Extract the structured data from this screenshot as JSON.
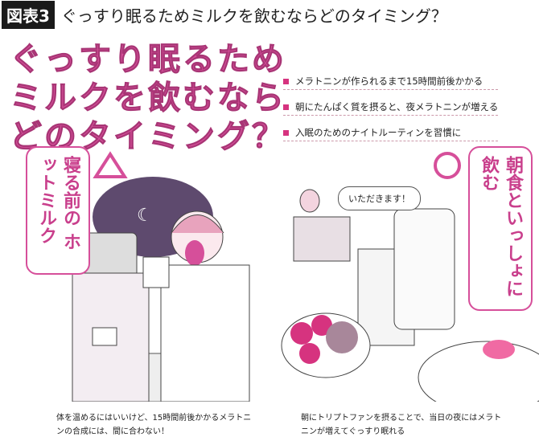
{
  "header": {
    "badge": "図表3",
    "title": "ぐっすり眠るためミルクを飲むならどのタイミング？"
  },
  "headline": [
    "ぐっすり眠るため",
    "ミルクを飲むなら",
    "どのタイミング？"
  ],
  "bullets": [
    "メラトニンが作られるまで15時間前後かかる",
    "朝にたんぱく質を摂ると、夜メラトニンが増える",
    "入眠のためのナイトルーティンを習慣に"
  ],
  "left": {
    "mark": "△",
    "bubble": "寝る前の ホットミルク",
    "caption": "体を温めるにはいいけど、15時間前後かかるメラトニンの合成には、間に合わない！"
  },
  "right": {
    "mark": "○",
    "bubble": "朝食といっしょに 飲む",
    "speech": "いただきます！",
    "caption": "朝にトリプトファンを摂ることで、当日の夜にはメラトニンが増えてぐっすり眠れる"
  },
  "colors": {
    "accent": "#d64f9a",
    "bullet": "#d6337f",
    "night": "#5e4a6e"
  }
}
